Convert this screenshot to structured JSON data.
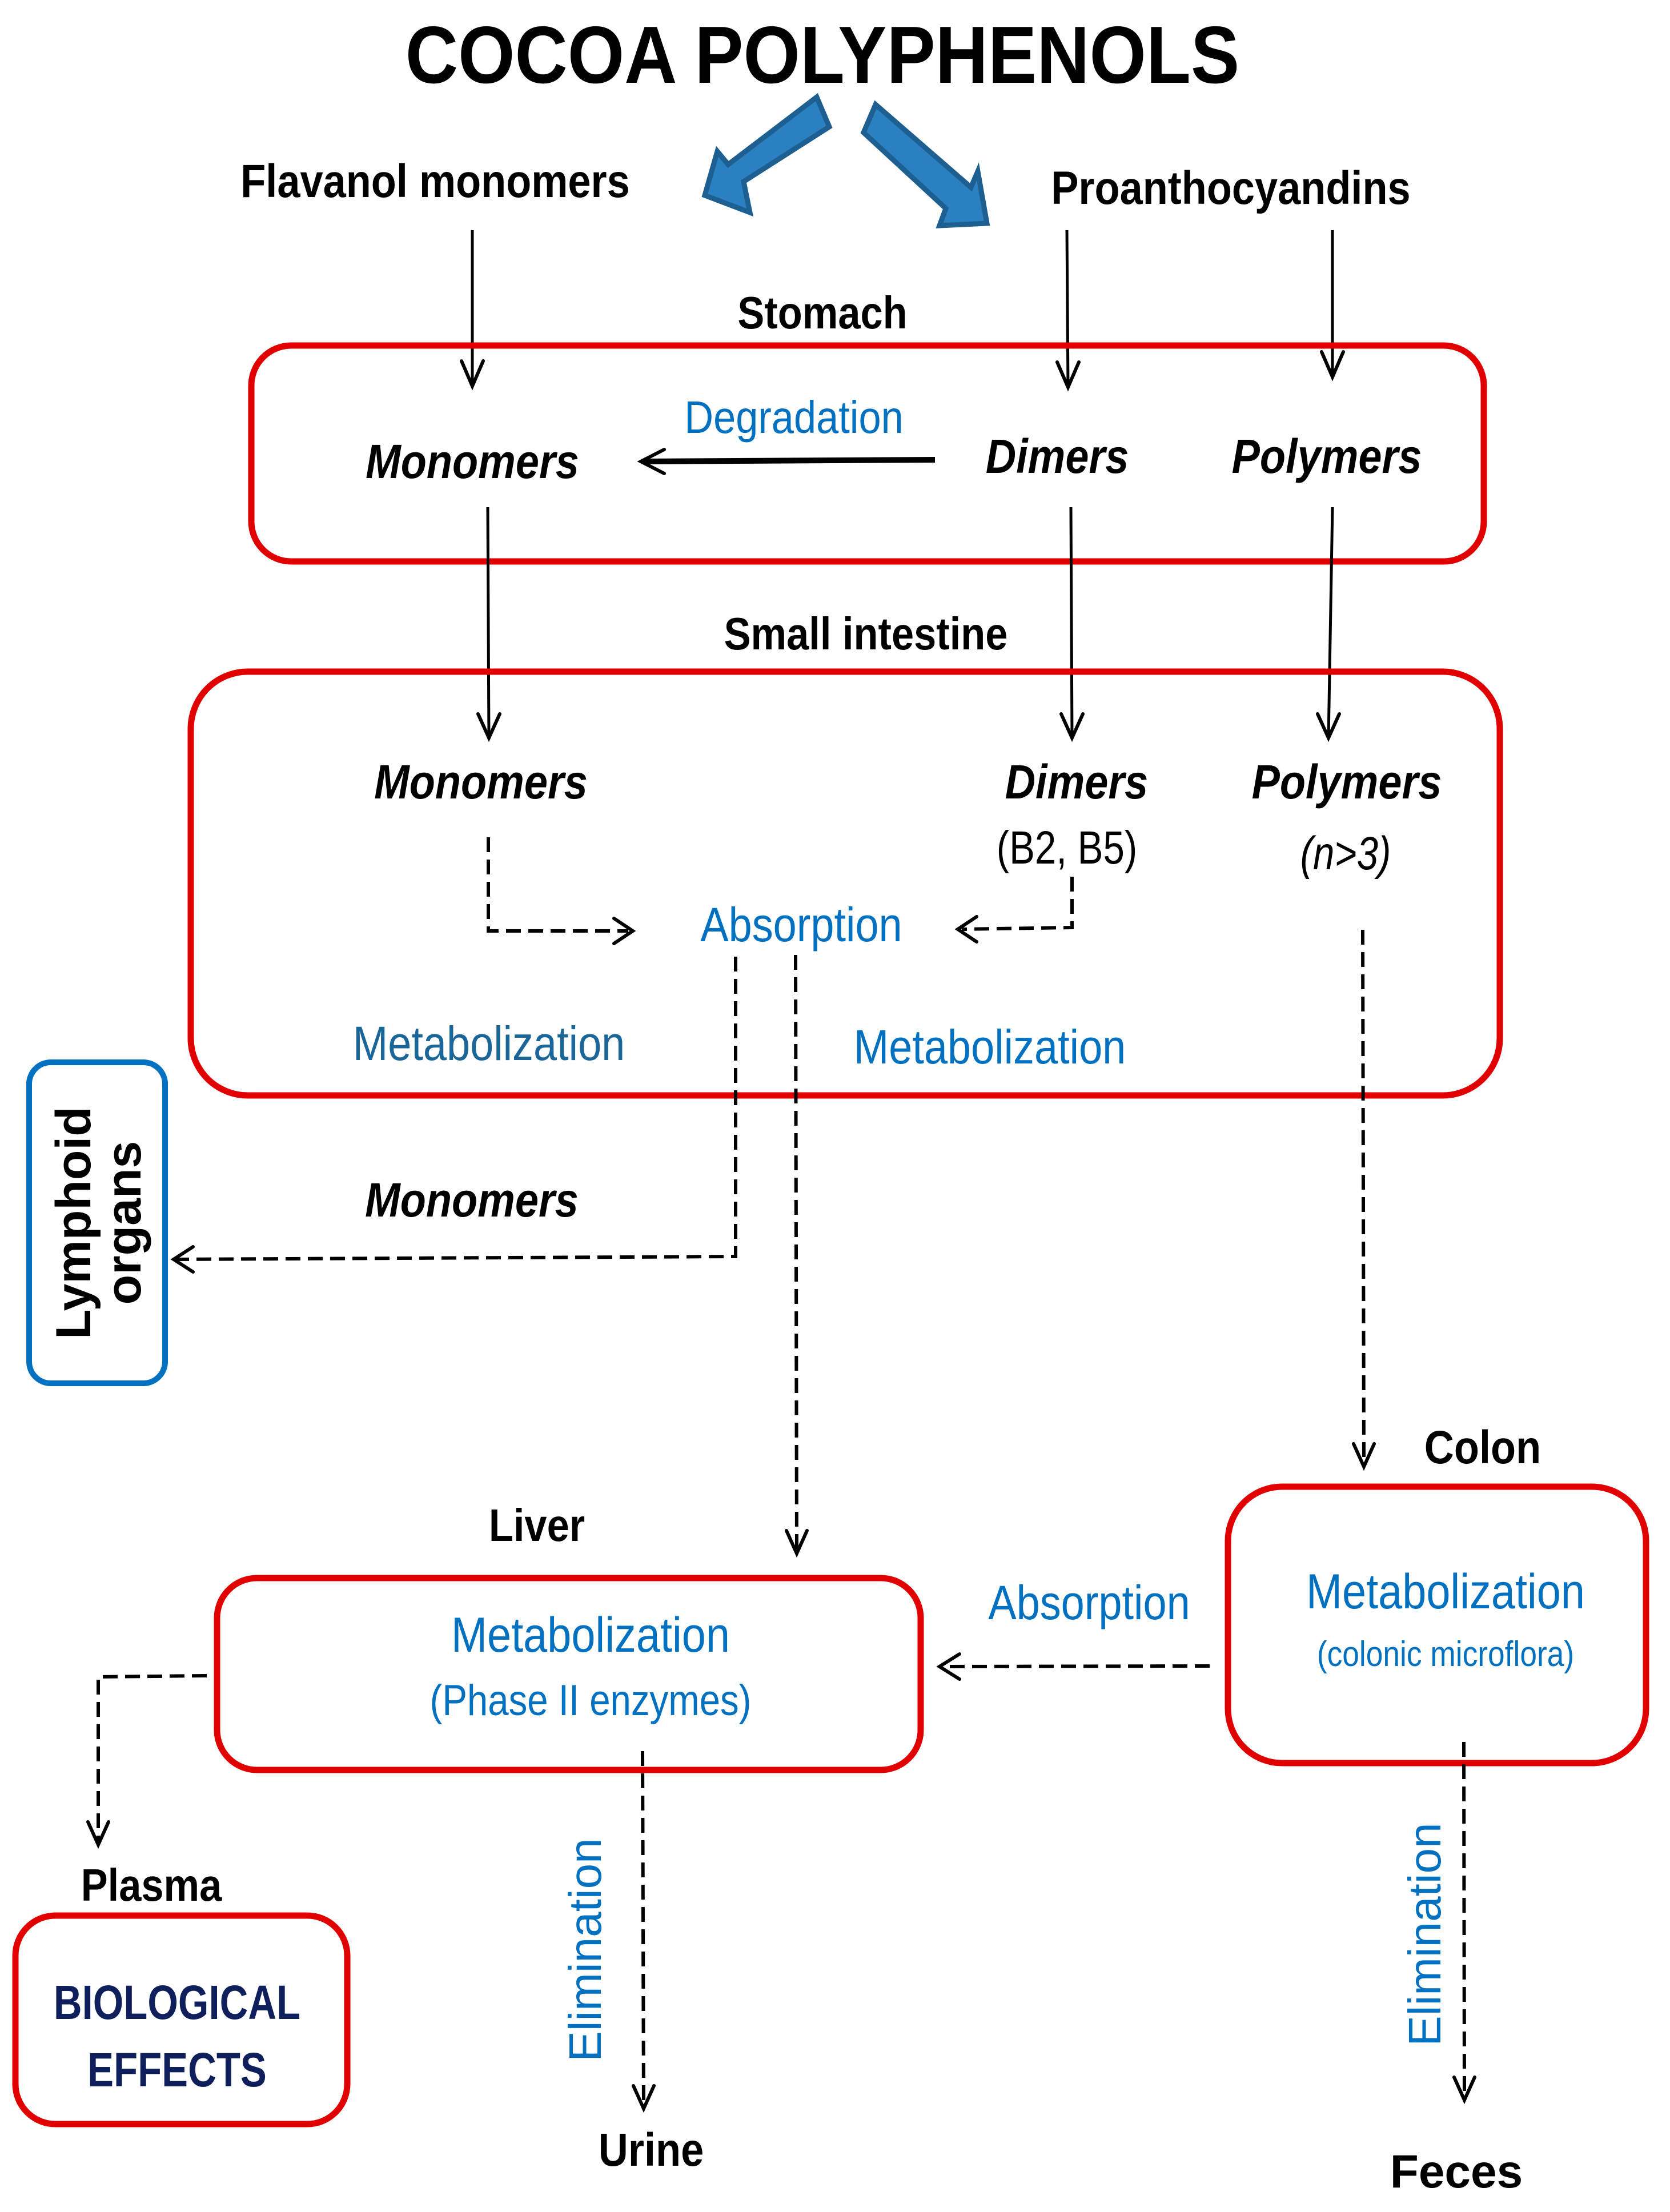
{
  "title": "COCOA POLYPHENOLS",
  "sources": {
    "left": "Flavanol monomers",
    "right": "Proanthocyandins"
  },
  "stomach": {
    "label": "Stomach",
    "monomers": "Monomers",
    "dimers": "Dimers",
    "polymers": "Polymers",
    "process": "Degradation"
  },
  "small_intestine": {
    "label": "Small intestine",
    "monomers": "Monomers",
    "dimers": "Dimers",
    "dimers_note": "(B2, B5)",
    "polymers": "Polymers",
    "polymers_note": "(n>3)",
    "absorption": "Absorption",
    "metabolization_left": "Metabolization",
    "metabolization_right": "Metabolization"
  },
  "lymphoid": {
    "line1": "Lymphoid",
    "line2": "organs",
    "flow_label": "Monomers"
  },
  "liver": {
    "label": "Liver",
    "title": "Metabolization",
    "subtitle": "(Phase II enzymes)"
  },
  "colon": {
    "label": "Colon",
    "title": "Metabolization",
    "subtitle": "(colonic microflora)",
    "absorption": "Absorption"
  },
  "plasma": {
    "label": "Plasma",
    "effects_line1": "BIOLOGICAL",
    "effects_line2": "EFFECTS"
  },
  "outputs": {
    "urine_process": "Elimination",
    "urine": "Urine",
    "feces_process": "Elimination",
    "feces": "Feces"
  },
  "colors": {
    "box_border": "#E00000",
    "lymphoid_border": "#0070C0",
    "process_text": "#0070C0",
    "effects_text": "#0E1F5B",
    "block_arrow": "#2A80C1"
  }
}
